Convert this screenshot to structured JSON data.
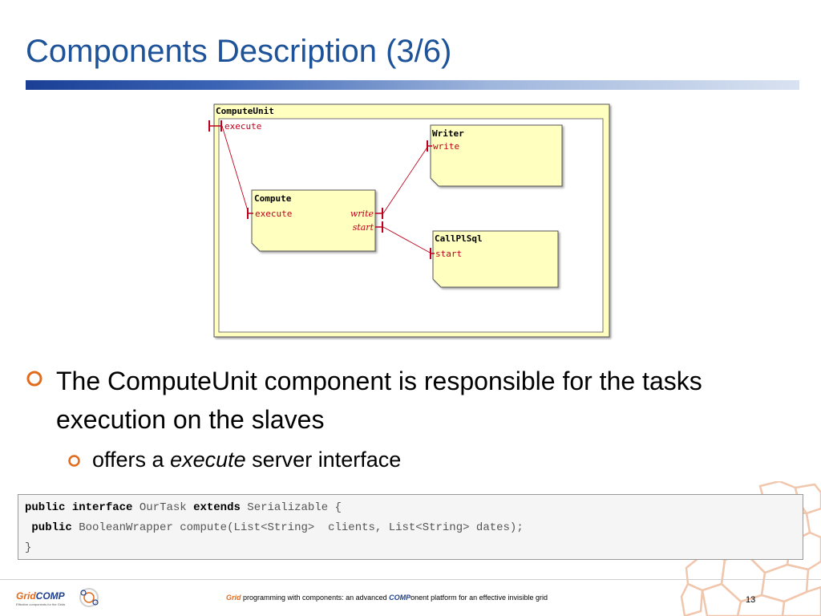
{
  "slide": {
    "title": "Components Description (3/6)",
    "bullet_text": "The ComputeUnit component is responsible for the tasks execution on the slaves",
    "sub_bullet": {
      "pre": "offers a",
      "emph": "execute",
      "post": "server interface"
    }
  },
  "diagram": {
    "composite": {
      "name": "ComputeUnit",
      "interface": "execute"
    },
    "compute": {
      "name": "Compute",
      "server_interface": "execute",
      "client_interfaces": [
        "write",
        "start"
      ]
    },
    "writer": {
      "name": "Writer",
      "interface": "write"
    },
    "callplsql": {
      "name": "CallPlSql",
      "interface": "start"
    }
  },
  "code": {
    "line1": {
      "kw1": "public",
      "kw2": "interface",
      "name": "OurTask",
      "kw3": "extends",
      "rest": "Serializable {"
    },
    "line2": {
      "kw": "public",
      "rest": "BooleanWrapper compute(List<String>  clients, List<String> dates);"
    },
    "line3": "}"
  },
  "footer": {
    "logo_part1": "Grid",
    "logo_part2": "COMP",
    "logo_tagline": "Effective components for the Grids",
    "text_grid": "Grid",
    "text_mid": " programming with components: an advanced ",
    "text_comp": "COMP",
    "text_end": "onent platform for an effective invisible grid",
    "page_number": "13"
  },
  "colors": {
    "title": "#1e5399",
    "component_fill": "#ffffc0",
    "interface_red": "#c0001a",
    "bullet_orange": "#e26b1b"
  }
}
